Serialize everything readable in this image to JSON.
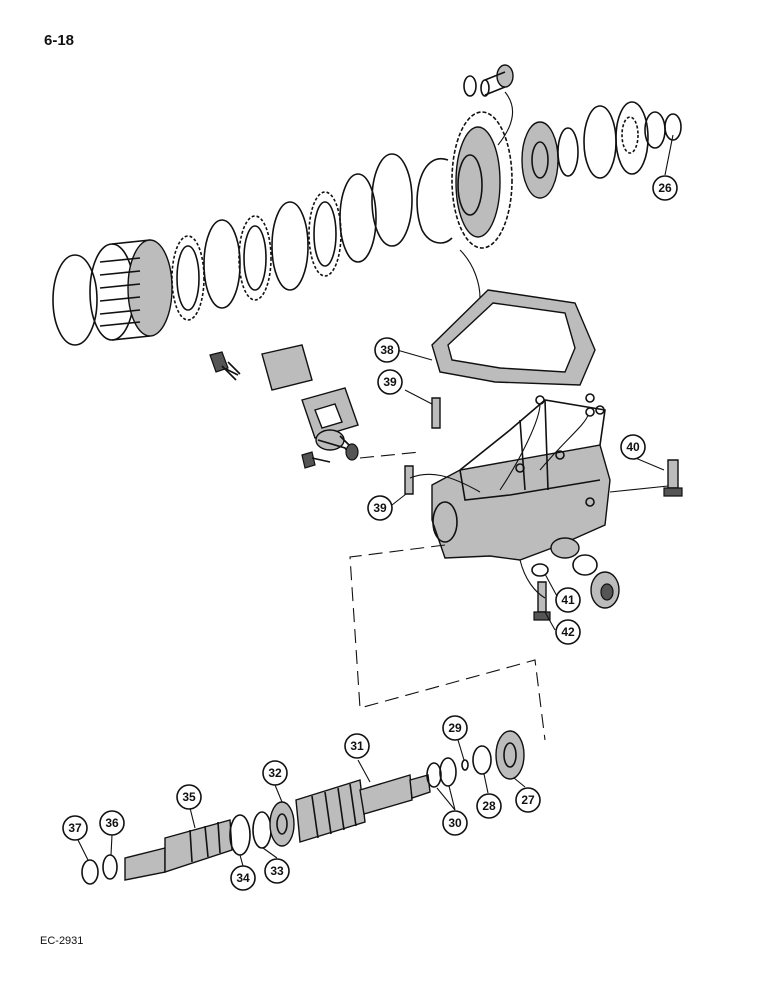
{
  "page_number": "6-18",
  "figure_code": "EC-2931",
  "callouts": {
    "c26": "26",
    "c27": "27",
    "c28": "28",
    "c29": "29",
    "c30": "30",
    "c31": "31",
    "c32": "32",
    "c33": "33",
    "c34": "34",
    "c35": "35",
    "c36": "36",
    "c37": "37",
    "c38": "38",
    "c39a": "39",
    "c39b": "39",
    "c40": "40",
    "c41": "41",
    "c42": "42"
  }
}
